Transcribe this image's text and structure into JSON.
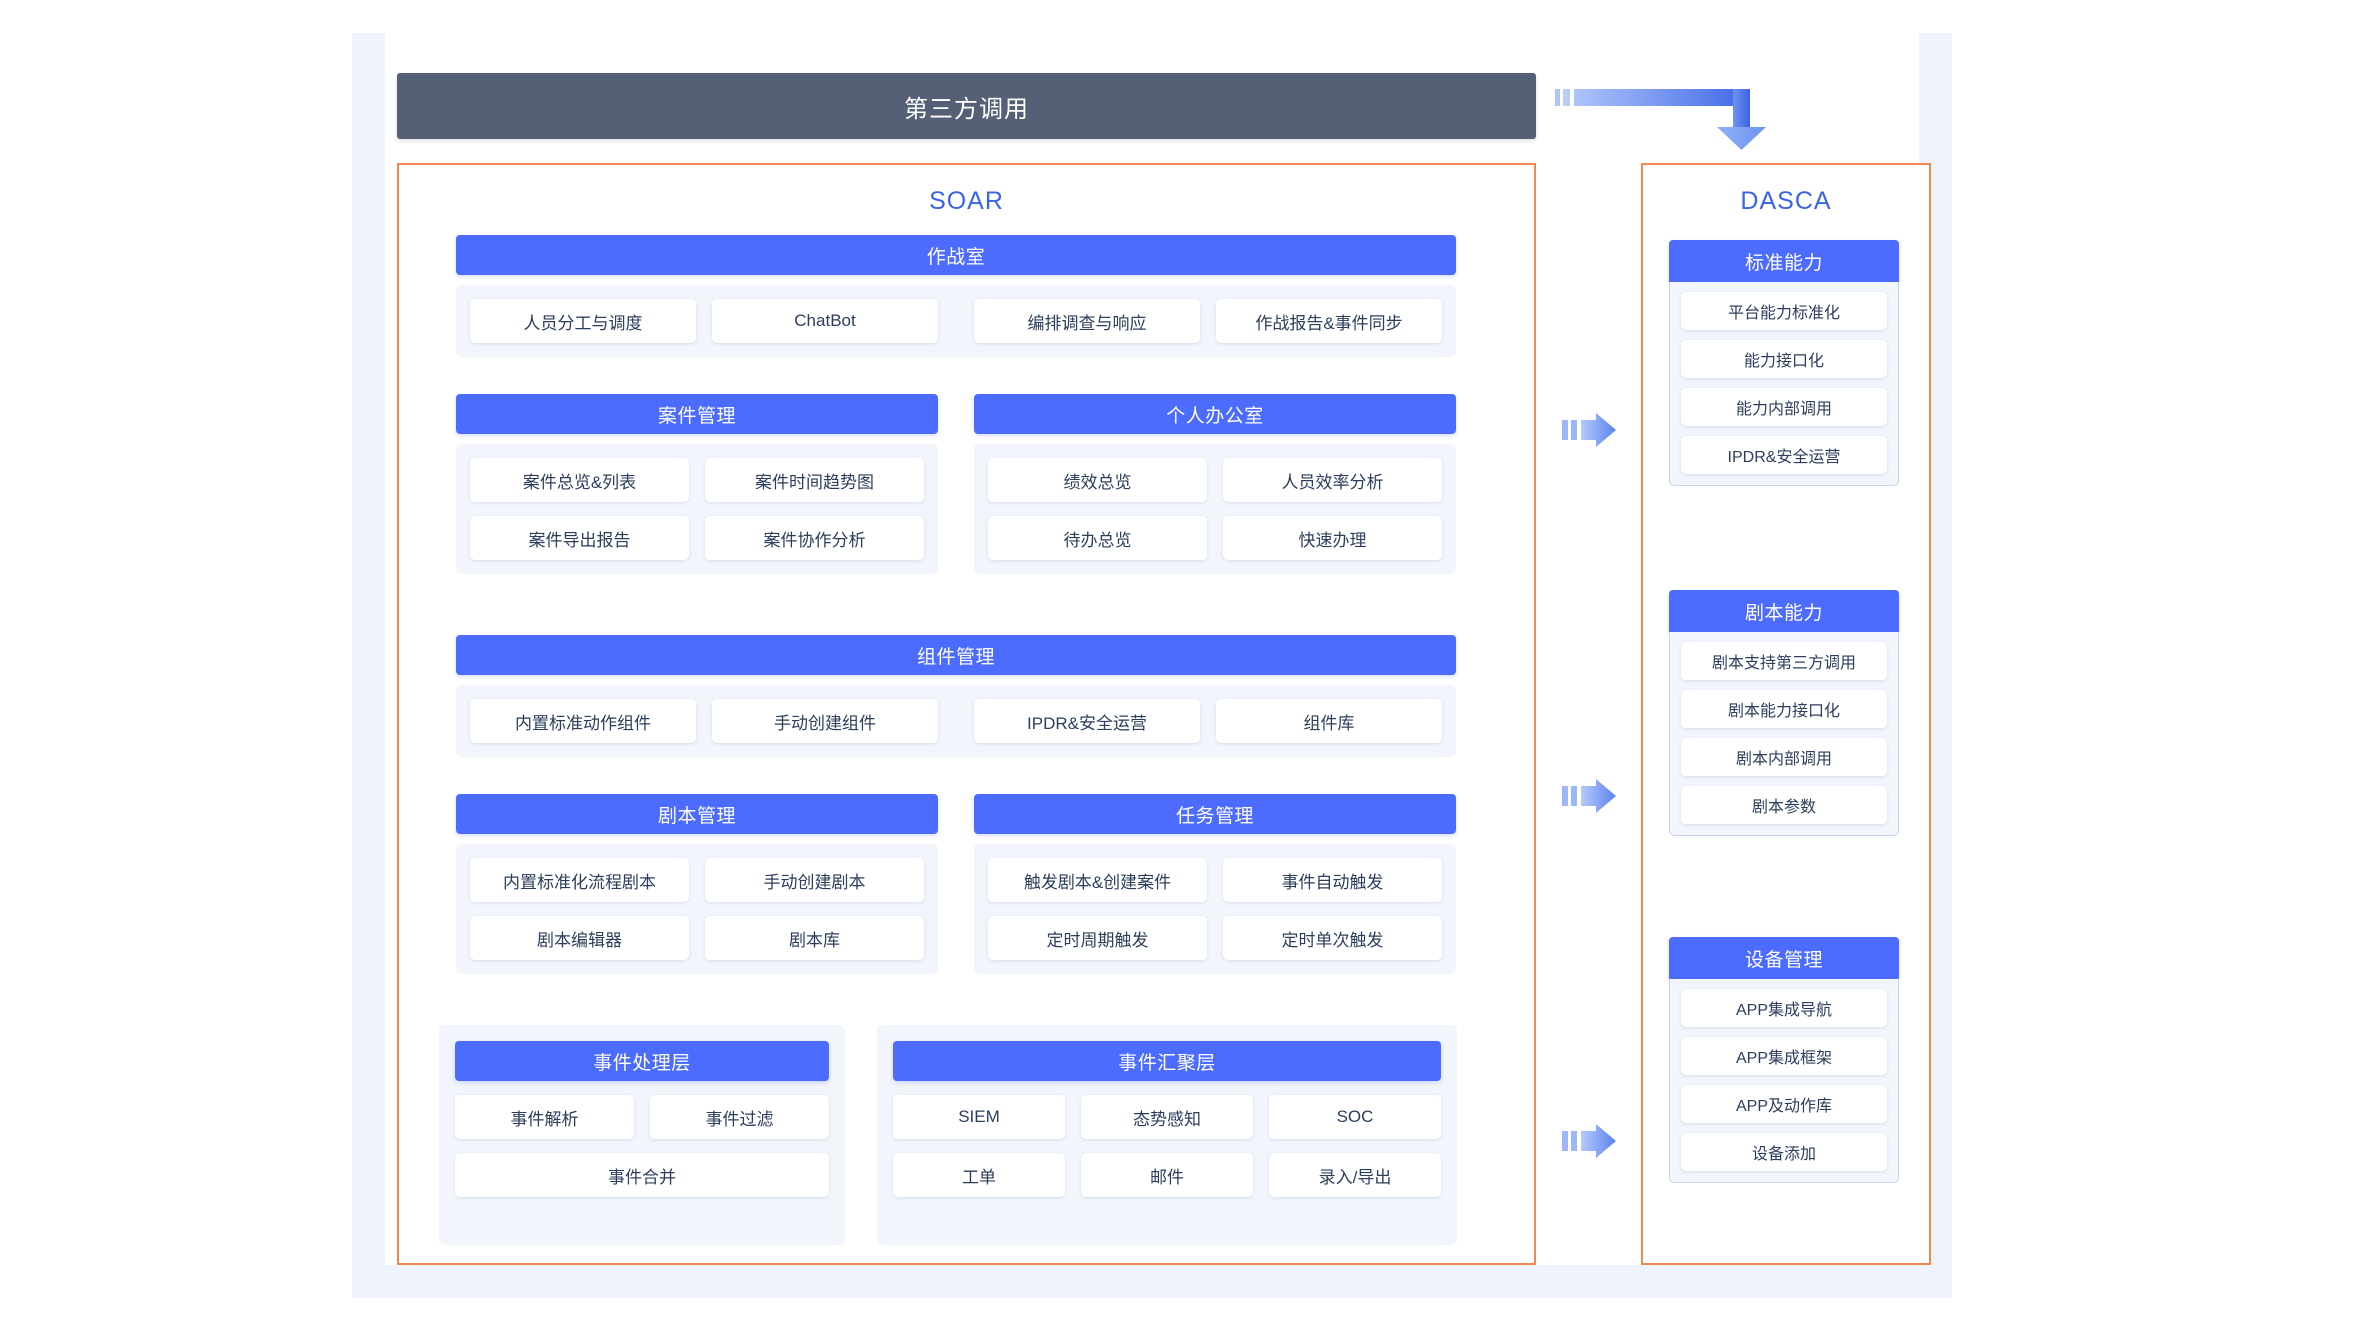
{
  "header": {
    "third_party_label": "第三方调用"
  },
  "colors": {
    "accent_blue": "#4c6bff",
    "title_blue": "#3a63e8",
    "panel_border_orange": "#f2884f",
    "header_dark": "#555f75",
    "panel_bg": "#f2f5fc",
    "page_band": "#eff3fc",
    "card_text": "#2c3e5d"
  },
  "soar": {
    "title": "SOAR",
    "groups": {
      "war_room": {
        "title": "作战室",
        "rows": [
          [
            "人员分工与调度",
            "ChatBot",
            "编排调查与响应",
            "作战报告&事件同步"
          ]
        ]
      },
      "case_management": {
        "title": "案件管理",
        "rows": [
          [
            "案件总览&列表",
            "案件时间趋势图"
          ],
          [
            "案件导出报告",
            "案件协作分析"
          ]
        ]
      },
      "personal_office": {
        "title": "个人办公室",
        "rows": [
          [
            "绩效总览",
            "人员效率分析"
          ],
          [
            "待办总览",
            "快速办理"
          ]
        ]
      },
      "component_management": {
        "title": "组件管理",
        "rows": [
          [
            "内置标准动作组件",
            "手动创建组件",
            "IPDR&安全运营",
            "组件库"
          ]
        ]
      },
      "playbook_management": {
        "title": "剧本管理",
        "rows": [
          [
            "内置标准化流程剧本",
            "手动创建剧本"
          ],
          [
            "剧本编辑器",
            "剧本库"
          ]
        ]
      },
      "task_management": {
        "title": "任务管理",
        "rows": [
          [
            "触发剧本&创建案件",
            "事件自动触发"
          ],
          [
            "定时周期触发",
            "定时单次触发"
          ]
        ]
      },
      "event_processing": {
        "title": "事件处理层",
        "rows": [
          [
            "事件解析",
            "事件过滤"
          ],
          [
            "事件合并"
          ]
        ]
      },
      "event_aggregation": {
        "title": "事件汇聚层",
        "rows": [
          [
            "SIEM",
            "态势感知",
            "SOC"
          ],
          [
            "工单",
            "邮件",
            "录入/导出"
          ]
        ]
      }
    }
  },
  "dasca": {
    "title": "DASCA",
    "sections": [
      {
        "title": "标准能力",
        "items": [
          "平台能力标准化",
          "能力接口化",
          "能力内部调用",
          "IPDR&安全运营"
        ]
      },
      {
        "title": "剧本能力",
        "items": [
          "剧本支持第三方调用",
          "剧本能力接口化",
          "剧本内部调用",
          "剧本参数"
        ]
      },
      {
        "title": "设备管理",
        "items": [
          "APP集成导航",
          "APP集成框架",
          "APP及动作库",
          "设备添加"
        ]
      }
    ]
  },
  "arrows": {
    "header_to_dasca": "l-shaped-arrow-right-down",
    "connectors": [
      "arrow-right-standard",
      "arrow-right-playbook",
      "arrow-right-device"
    ]
  }
}
